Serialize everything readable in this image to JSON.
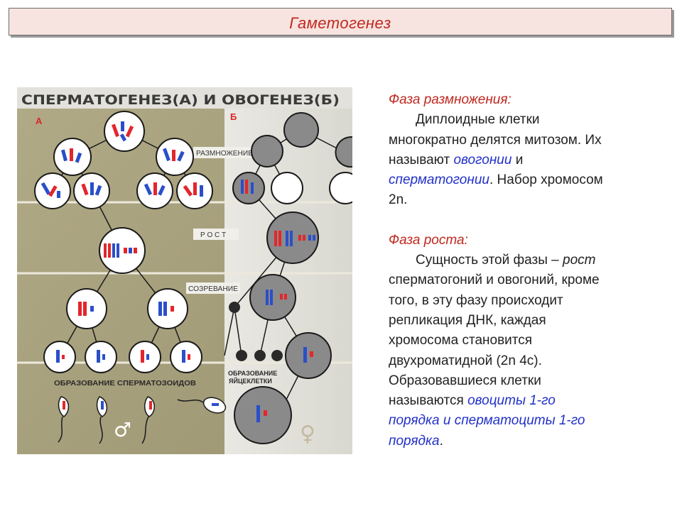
{
  "slide": {
    "title": "Гаметогенез"
  },
  "figure": {
    "header": "СПЕРМАТОГЕНЕЗ(А) И ОВОГЕНЕЗ(Б)",
    "panel_a": "А",
    "panel_b": "Б",
    "stage_multiplication": "РАЗМНОЖЕНИЕ",
    "stage_growth": "Р О С Т",
    "stage_maturation": "СОЗРЕВАНИЕ",
    "sperm_formation": "ОБРАЗОВАНИЕ  СПЕРМАТОЗОИДОВ",
    "egg_formation_1": "ОБРАЗОВАНИЕ",
    "egg_formation_2": "ЯЙЦЕКЛЕТКИ",
    "male_symbol": "♂",
    "female_symbol": "♀",
    "colors": {
      "background": "#a9a27f",
      "chromosome_red": "#e3262b",
      "chromosome_blue": "#2a4fc9",
      "cell_grey": "#8a8a8a"
    }
  },
  "text": {
    "phase1_heading": "Фаза размножения:",
    "phase1_l1": "Диплоидные клетки",
    "phase1_l2": "многократно делятся митозом. Их",
    "phase1_l3a": "называют ",
    "phase1_l3b": "овогонии",
    "phase1_l3c": " и",
    "phase1_l4a": "сперматогонии",
    "phase1_l4b": ". Набор хромосом",
    "phase1_l5": "2n.",
    "phase2_heading": "Фаза роста:",
    "phase2_l1a": "Сущность этой фазы – ",
    "phase2_l1b": "рост",
    "phase2_l2": "сперматогоний и овогоний, кроме",
    "phase2_l3": "того, в эту фазу происходит",
    "phase2_l4": "репликация ДНК, каждая",
    "phase2_l5": "хромосома становится",
    "phase2_l6": "двухроматидной (2n 4c).",
    "phase2_l7": "Образовавшиеся клетки",
    "phase2_l8a": "называются ",
    "phase2_l8b": "овоциты 1-го",
    "phase2_l9": "порядка и сперматоциты 1-го",
    "phase2_l10a": "порядка",
    "phase2_l10b": "."
  }
}
